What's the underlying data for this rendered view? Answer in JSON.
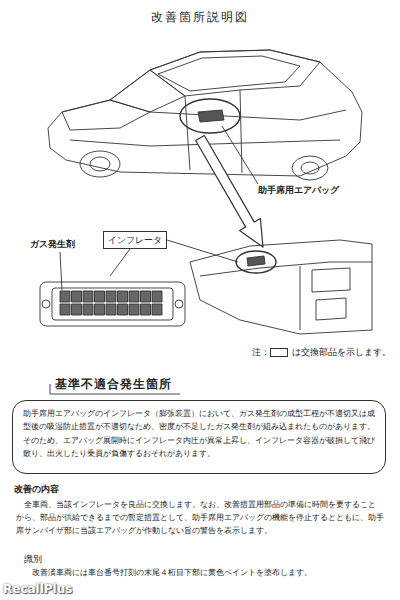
{
  "diagram": {
    "title": "改善箇所説明図",
    "nodes": [
      {
        "text": [
          "インフレータ"
        ]
      },
      {
        "text": [
          "基準不適合発生箇所",
          "助手席用エアバッグのインフレータ（膨張装置）において、ガス発生剤の成型工程が不適切又は成型後の吸湿防止措置が不適切なため、密度が不足したガス発生剤が組み込まれたものがあります。そのため、エアバッグ展開時にインフレータ内圧が異常上昇し、インフレータ容器が破損して飛び散り、出火したり乗員が負傷するおそれがあります。"
        ]
      }
    ],
    "labels": [
      "助手席用エアバッグ",
      "ガス発生剤",
      "注：",
      "改善の内容",
      "全車両、当該インフレータを良品に交換します。なお、改善措置用部品の準備に時間を要することから、部品が供給できるまでの暫定措置として、助手席用エアバッグの機能を停止するとともに、助手席サンバイザ部に当該エアバッグが作動しない旨の警告を表示します。",
      "識別",
      "改善済車両には車台番号打刻の末尾４桁目下部に黄色ペイントを塗布します。",
      "RecallPlus"
    ],
    "legend": [
      {
        "text": "は交換部品を示します。"
      }
    ]
  }
}
